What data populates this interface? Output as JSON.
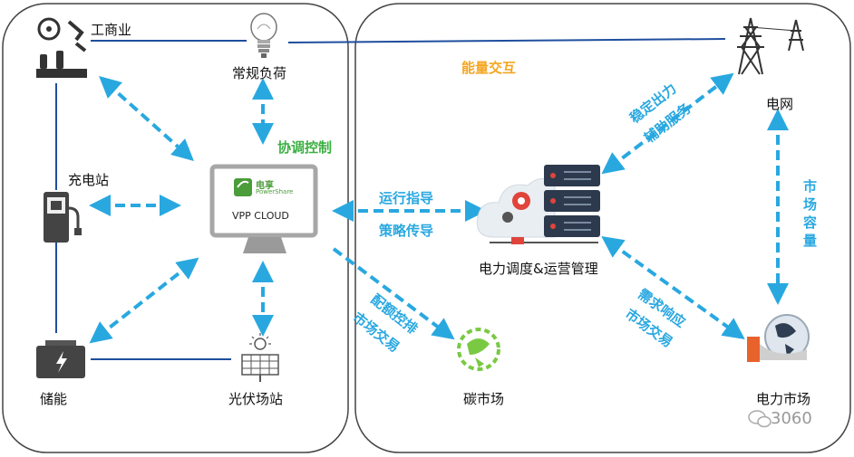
{
  "nodes": {
    "industry": "工商业",
    "regular_load": "常规负荷",
    "charging": "充电站",
    "storage": "储能",
    "pv": "光伏场站",
    "grid": "电网",
    "dispatch": "电力调度&运营管理",
    "carbon": "碳市场",
    "power_market": "电力市场"
  },
  "vpp": {
    "logo_cn": "电享",
    "logo_en": "PowerShare",
    "title": "VPP CLOUD"
  },
  "labels": {
    "coordination": "协调控制",
    "energy_interaction": "能量交互",
    "run_guidance": "运行指导",
    "strategy": "策略传导",
    "quota": "配额控排",
    "market_trade_1": "市场交易",
    "stable_output": "稳定出力",
    "aux_service": "辅助服务",
    "market_capacity": "市场容量",
    "demand_response": "需求响应",
    "market_trade_2": "市场交易"
  },
  "watermark": "3060",
  "colors": {
    "arrow": "#29a8e0",
    "green": "#3cb043",
    "orange": "#f5a623",
    "frame": "#444444",
    "line": "#1f4e9e"
  }
}
